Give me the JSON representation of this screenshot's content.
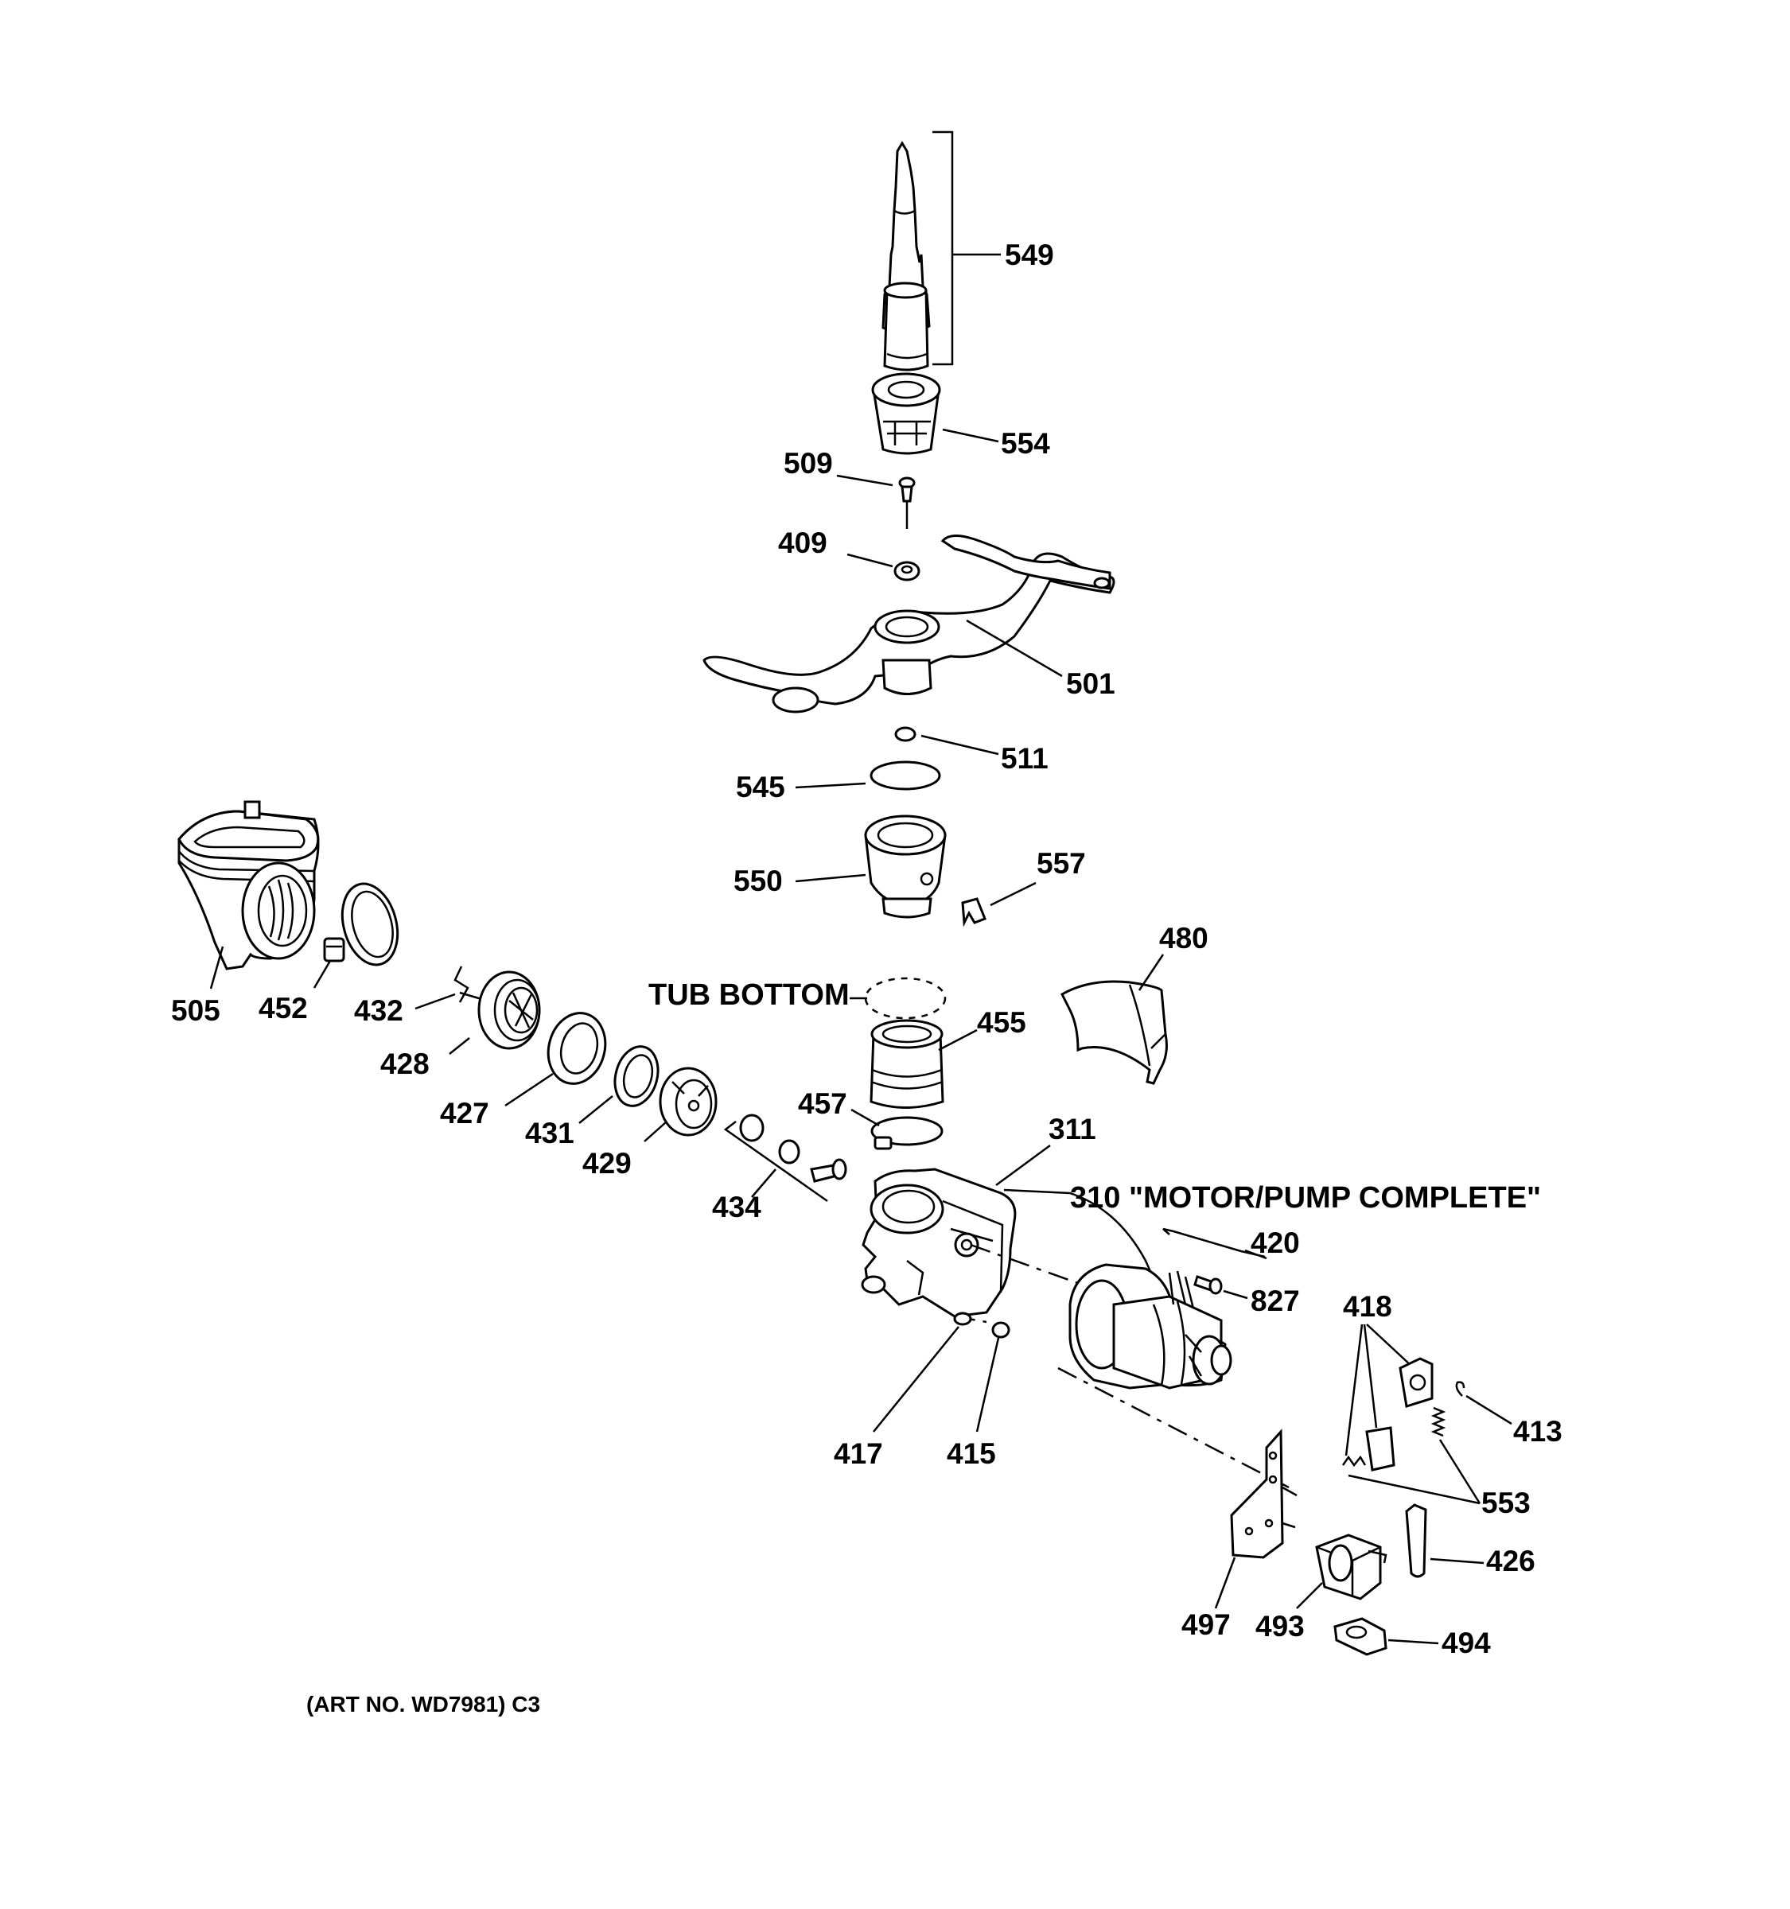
{
  "labels": {
    "p549": "549",
    "p554": "554",
    "p509": "509",
    "p409": "409",
    "p501": "501",
    "p511": "511",
    "p545": "545",
    "p550": "550",
    "p557": "557",
    "p480": "480",
    "p505": "505",
    "p452": "452",
    "p432": "432",
    "p428": "428",
    "p427": "427",
    "p431": "431",
    "p429": "429",
    "p434": "434",
    "p455": "455",
    "p457": "457",
    "p311": "311",
    "p420": "420",
    "p827": "827",
    "p418": "418",
    "p413": "413",
    "p553": "553",
    "p426": "426",
    "p417": "417",
    "p415": "415",
    "p497": "497",
    "p493": "493",
    "p494": "494"
  },
  "tub_bottom": "TUB BOTTOM",
  "motor_pump": "310 \"MOTOR/PUMP COMPLETE\"",
  "art_no": "(ART NO. WD7981) C3"
}
